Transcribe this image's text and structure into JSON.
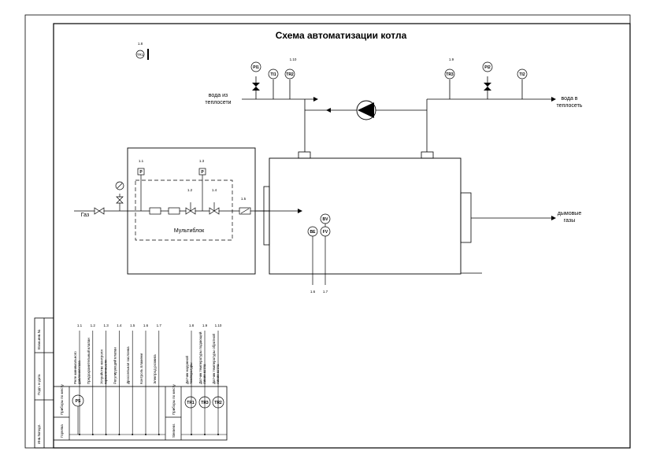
{
  "title": "Схема автоматизации котла",
  "labels": {
    "water_in": [
      "вода из",
      "теплосети"
    ],
    "water_out": [
      "вода в",
      "теплосеть"
    ],
    "flue_gas": [
      "дымовые",
      "газы"
    ],
    "gas": "Газ",
    "multiblock": "Мультиблок"
  },
  "instruments": {
    "PI1": "PI1",
    "TI1": "TI1",
    "TR2": "TR2",
    "TR3": "TR3",
    "PI2": "PI2",
    "TI2": "TI2",
    "P1": "P",
    "P2": "P",
    "BV": "BV",
    "BE": "BE",
    "FV": "FV",
    "TR1": "TR1",
    "PS": "PS"
  },
  "tags": {
    "t_1_8": "1.8",
    "t_1_10": "1.10",
    "t_1_9": "1.9",
    "t_1_1": "1.1",
    "t_1_3": "1.3",
    "t_1_2": "1.2",
    "t_1_4": "1.4",
    "t_1_5": "1.5",
    "t_1_6": "1.6",
    "t_1_7": "1.7"
  },
  "stamp": [
    "Взам.инв.№",
    "Подп. и дата",
    "Инв.№подл."
  ],
  "table_left": {
    "header": "Приборы по месту",
    "location": "Горелка",
    "positions": [
      "1.1",
      "1.2",
      "1.3",
      "1.4",
      "1.5",
      "1.6",
      "1.7"
    ],
    "names": [
      "Реле минимального давления газа",
      "Предохранительный клапан",
      "Устройство контроля герметичности",
      "Регулирующий клапан",
      "Дроссельная заслонка",
      "Контроль пламени",
      "Электрод розжига"
    ]
  },
  "table_right": {
    "header": "Приборы по месту",
    "location": "Siemens",
    "positions": [
      "1.8",
      "1.9",
      "1.10"
    ],
    "names": [
      "Датчик наружной температуры",
      "Датчик температуры подающей линии котла",
      "Датчик температуры обратной линии котла"
    ]
  }
}
